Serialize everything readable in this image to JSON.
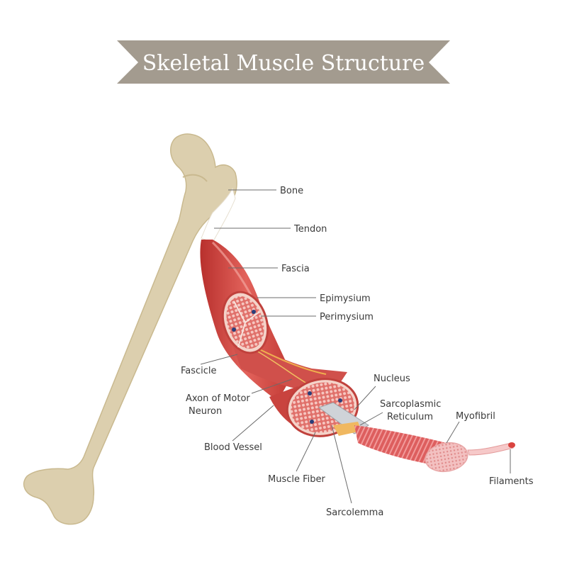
{
  "title": "Skeletal Muscle Structure",
  "labels": {
    "bone": "Bone",
    "tendon": "Tendon",
    "fascia": "Fascia",
    "epimysium": "Epimysium",
    "perimysium": "Perimysium",
    "fascicle": "Fascicle",
    "axon_line1": "Axon of Motor",
    "axon_line2": "Neuron",
    "blood_vessel": "Blood Vessel",
    "nucleus": "Nucleus",
    "sarcoplasmic_line1": "Sarcoplasmic",
    "sarcoplasmic_line2": "Reticulum",
    "myofibril": "Myofibril",
    "muscle_fiber": "Muscle Fiber",
    "sarcolemma": "Sarcolemma",
    "filaments": "Filaments"
  },
  "colors": {
    "banner": "#a39b8f",
    "bone": "#dccfae",
    "bone_outline": "#c9b98f",
    "muscle": "#d9544f",
    "muscle_dark": "#b8302d",
    "muscle_light": "#f0a29a",
    "tendon": "#ffffff"
  }
}
